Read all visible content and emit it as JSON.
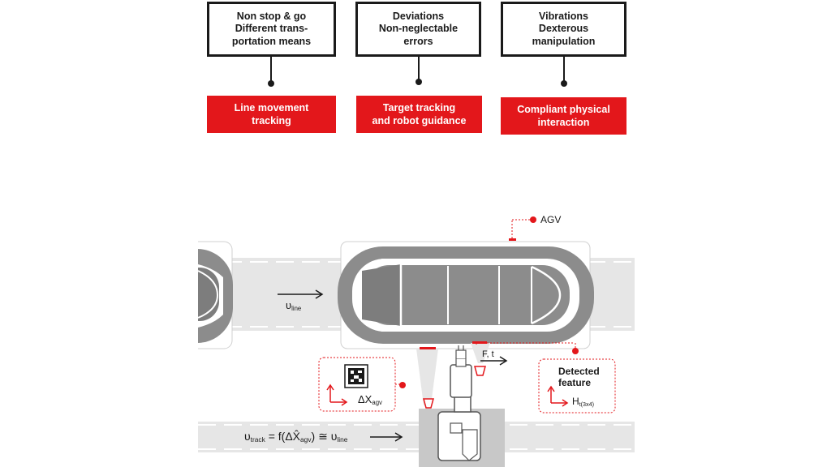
{
  "challenges": [
    {
      "lines": [
        "Non stop & go",
        "Different trans-",
        "portation means"
      ],
      "solution": [
        "Line movement",
        "tracking"
      ]
    },
    {
      "lines": [
        "Deviations",
        "Non-neglectable",
        "errors"
      ],
      "solution": [
        "Target tracking",
        "and robot guidance"
      ]
    },
    {
      "lines": [
        "Vibrations",
        "Dexterous",
        "manipulation"
      ],
      "solution": [
        "Compliant physical",
        "interaction"
      ]
    }
  ],
  "labels": {
    "agv": "AGV",
    "force_torque": "F, t",
    "detected_feature": [
      "Detected",
      "feature"
    ],
    "v_line": {
      "base": "υ",
      "sub": "line"
    },
    "delta_x_agv": {
      "base": "ΔX",
      "sub": "agv"
    },
    "h_matrix": {
      "base": "H",
      "sub": "t(3x4)"
    },
    "v_track_equation": {
      "lhs": "υ",
      "lhs_sub": "track",
      "mid": " = f(ΔX̂",
      "mid_sub": "agv",
      "rel": ") ≅ υ",
      "rhs_sub": "line"
    }
  },
  "colors": {
    "accent_red": "#e3171b",
    "car_grey": "#8c8c8c",
    "lane_grey": "#e6e6e6",
    "dark": "#1a1a1a"
  }
}
